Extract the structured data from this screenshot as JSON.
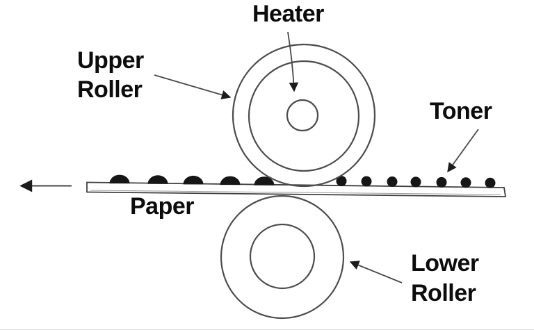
{
  "labels": {
    "heater": "Heater",
    "upper_roller": {
      "line1": "Upper",
      "line2": "Roller"
    },
    "toner": "Toner",
    "paper": "Paper",
    "lower_roller": {
      "line1": "Lower",
      "line2": "Roller"
    }
  },
  "colors": {
    "background": "#ffffff",
    "outline": "#4d4d4d",
    "arrow_line": "#474747",
    "arrow_head": "#1c1c1c",
    "text": "#0c0c0c",
    "toner_dot": "#161616",
    "paper_fill": "#ffffff"
  },
  "toner": {
    "unfused_dots_x": [
      491,
      527,
      564,
      598,
      635,
      670,
      705
    ],
    "fused_bumps_x": [
      172,
      227,
      278,
      331,
      380
    ]
  }
}
